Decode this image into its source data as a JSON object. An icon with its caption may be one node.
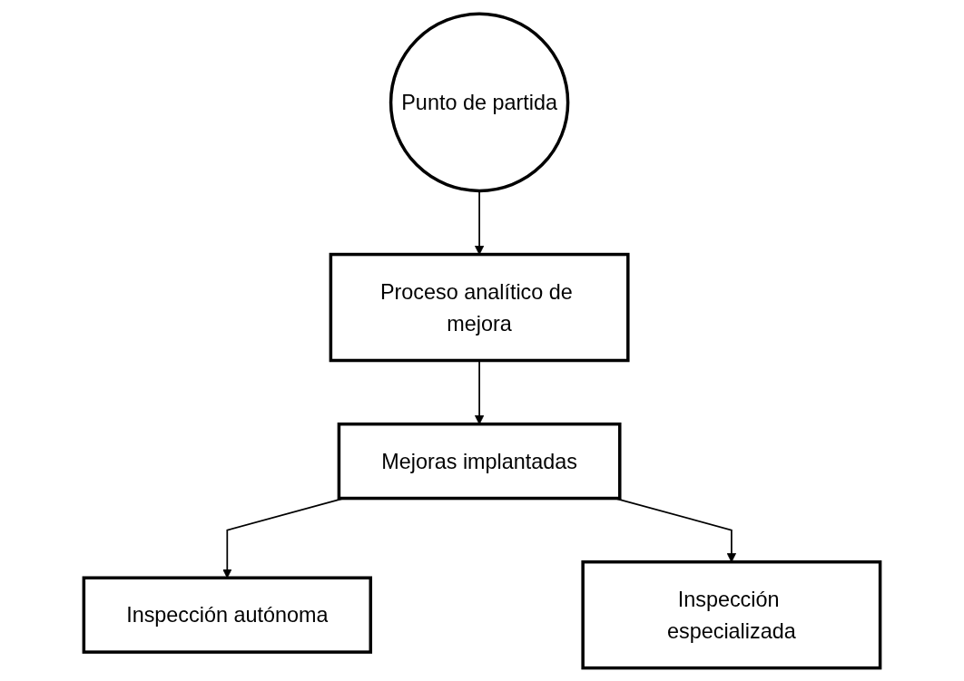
{
  "diagram": {
    "nodes": [
      {
        "text": [
          "Punto de partida"
        ]
      },
      {
        "text": [
          "Proceso analítico de mejora"
        ]
      },
      {
        "text": [
          "Mejoras implantadas"
        ]
      },
      {
        "text": [
          "Inspección autónoma"
        ]
      },
      {
        "text": [
          "Inspección especializada"
        ]
      }
    ],
    "edges": [
      {
        "from": 0,
        "to": 1,
        "arrow": "to"
      },
      {
        "from": 1,
        "to": 2,
        "arrow": "to"
      },
      {
        "from": 2,
        "to": 3,
        "arrow": "to"
      },
      {
        "from": 2,
        "to": 4,
        "arrow": "to"
      }
    ]
  }
}
